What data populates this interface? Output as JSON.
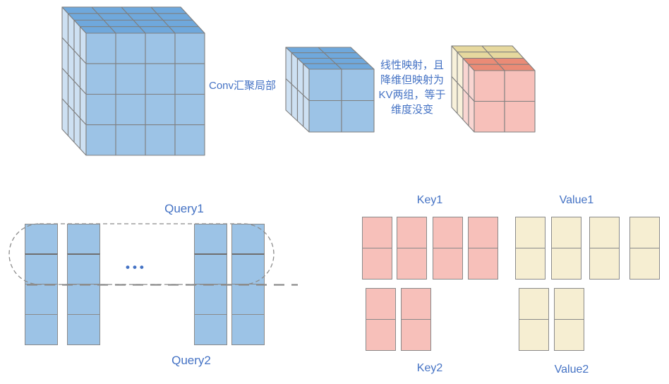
{
  "palette": {
    "label_text": "#4472C4",
    "blue_front": "#9CC3E6",
    "blue_top": "#6FA8DC",
    "blue_side": "#CDE0F2",
    "pink_front": "#F7C0BA",
    "pink_top": "#EA8B76",
    "pink_side": "#F9D5D1",
    "cream_front": "#F6EED2",
    "cream_top": "#E6D89E",
    "cream_side": "#F8F1DA",
    "shape_border": "#7f7f7f",
    "cell_border": "#8a8a8a",
    "dash_gray": "#8c8c8c"
  },
  "top_row": {
    "conv_label": "Conv汇聚局部",
    "mapping_label": "线性映射，且\n降维但映射为\nKV两组，等于\n维度没变",
    "cubes": [
      {
        "id": "input-cube",
        "scheme": "blue",
        "cols": 4,
        "rows": 4,
        "depth": 4
      },
      {
        "id": "pooled-cube",
        "scheme": "blue",
        "cols": 2,
        "rows": 2,
        "depth": 4
      },
      {
        "id": "kv-cube",
        "scheme": "kv",
        "cols": 2,
        "rows": 2,
        "depth": 4,
        "front_half": "key-pink",
        "back_half": "value-cream"
      }
    ]
  },
  "bottom": {
    "query": {
      "label_top": "Query1",
      "label_bottom": "Query2",
      "ellipsis": "•••",
      "columns": 4,
      "cells_per_column": 4,
      "color": "blue"
    },
    "key1": {
      "label": "Key1",
      "columns": 4,
      "cells_per_column": 2,
      "color": "pink"
    },
    "value1": {
      "label": "Value1",
      "columns": 4,
      "cells_per_column": 2,
      "color": "cream"
    },
    "key2": {
      "label": "Key2",
      "columns": 2,
      "cells_per_column": 2,
      "color": "pink"
    },
    "value2": {
      "label": "Value2",
      "columns": 2,
      "cells_per_column": 2,
      "color": "cream"
    }
  }
}
